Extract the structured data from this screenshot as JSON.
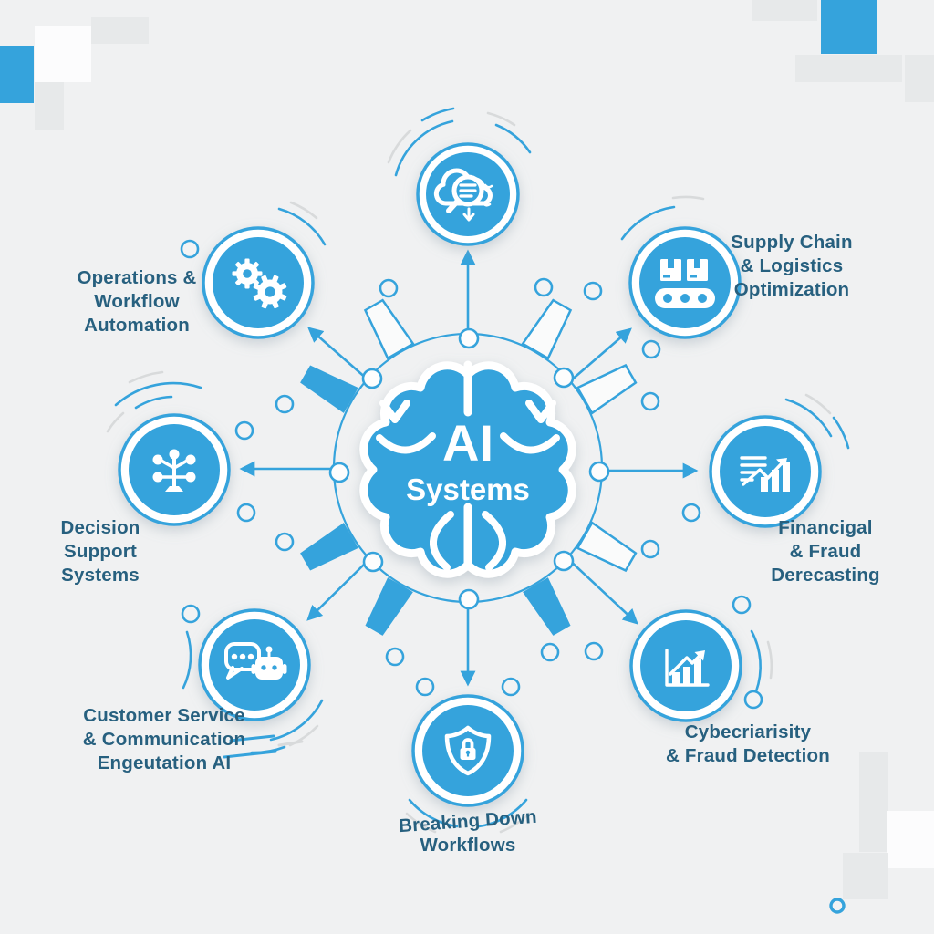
{
  "center": {
    "line1": "AI",
    "line2": "Systems"
  },
  "colors": {
    "blue": "#35a3dc",
    "text": "#27607f",
    "bg": "#f0f1f2",
    "panel_gray": "#e7e9ea",
    "panel_white": "#fcfcfd",
    "arc_gray": "#d8dadb"
  },
  "nodes": {
    "data_search": {
      "icon": "cloud-search-icon",
      "label_lines": []
    },
    "operations": {
      "icon": "gears-icon",
      "label_lines": [
        "Operations &",
        "Workflow",
        "Automation"
      ]
    },
    "supply": {
      "icon": "conveyor-boxes-icon",
      "label_lines": [
        "Supply Chain",
        "& Logistics",
        "Optimization"
      ]
    },
    "decision": {
      "icon": "decision-tree-icon",
      "label_lines": [
        "Decision",
        "Support",
        "Systems"
      ]
    },
    "financial": {
      "icon": "growth-chart-icon",
      "label_lines": [
        "Financigal",
        "& Fraud",
        "Derecasting"
      ]
    },
    "customer": {
      "icon": "chatbot-icon",
      "label_lines": [
        "Customer Service",
        "& Communication",
        "Engeutation AI"
      ]
    },
    "workflows": {
      "icon": "shield-lock-icon",
      "label_lines": [
        "Breaking Down",
        "Workflows"
      ]
    },
    "cyber": {
      "icon": "bar-chart-arrow-icon",
      "label_lines": [
        "Cybecriarisity",
        "& Fraud Detection"
      ]
    }
  }
}
